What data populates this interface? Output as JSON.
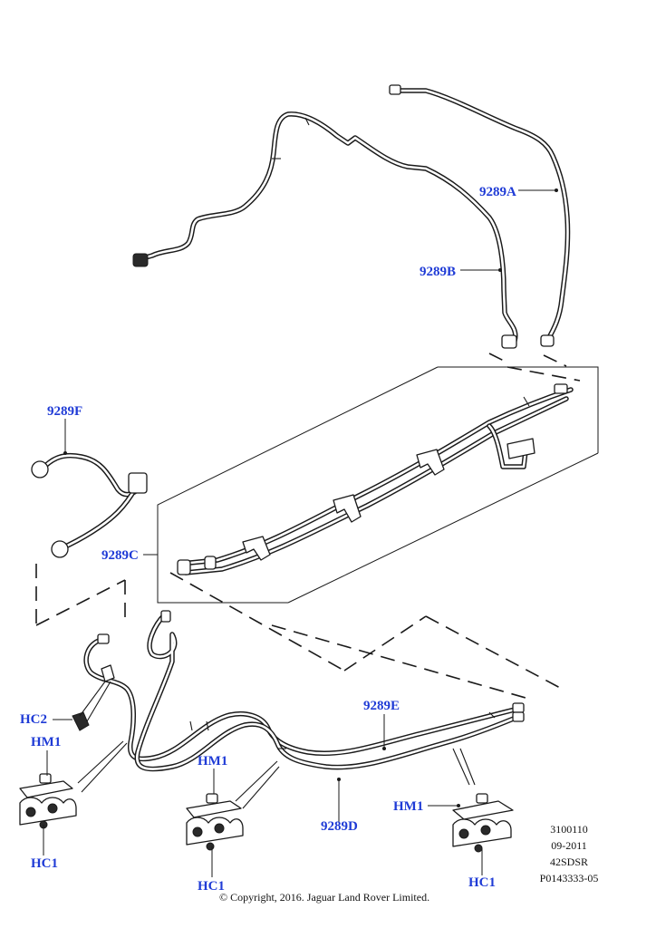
{
  "callouts": {
    "c9289A": "9289A",
    "c9289B": "9289B",
    "c9289F": "9289F",
    "c9289C": "9289C",
    "hc2": "HC2",
    "hm1_left": "HM1",
    "hc1_left": "HC1",
    "c9289E": "9289E",
    "hm1_mid": "HM1",
    "hc1_mid": "HC1",
    "c9289D": "9289D",
    "hm1_right": "HM1",
    "hc1_right": "HC1"
  },
  "illustration_info": {
    "line1": "3100110",
    "line2": "09-2011",
    "line3": "42SDSR",
    "line4": "P0143333-05"
  },
  "copyright": "© Copyright, 2016. Jaguar Land Rover Limited.",
  "colors": {
    "callout": "#1f3bd6",
    "ink": "#1a1a1a",
    "background": "#ffffff"
  }
}
